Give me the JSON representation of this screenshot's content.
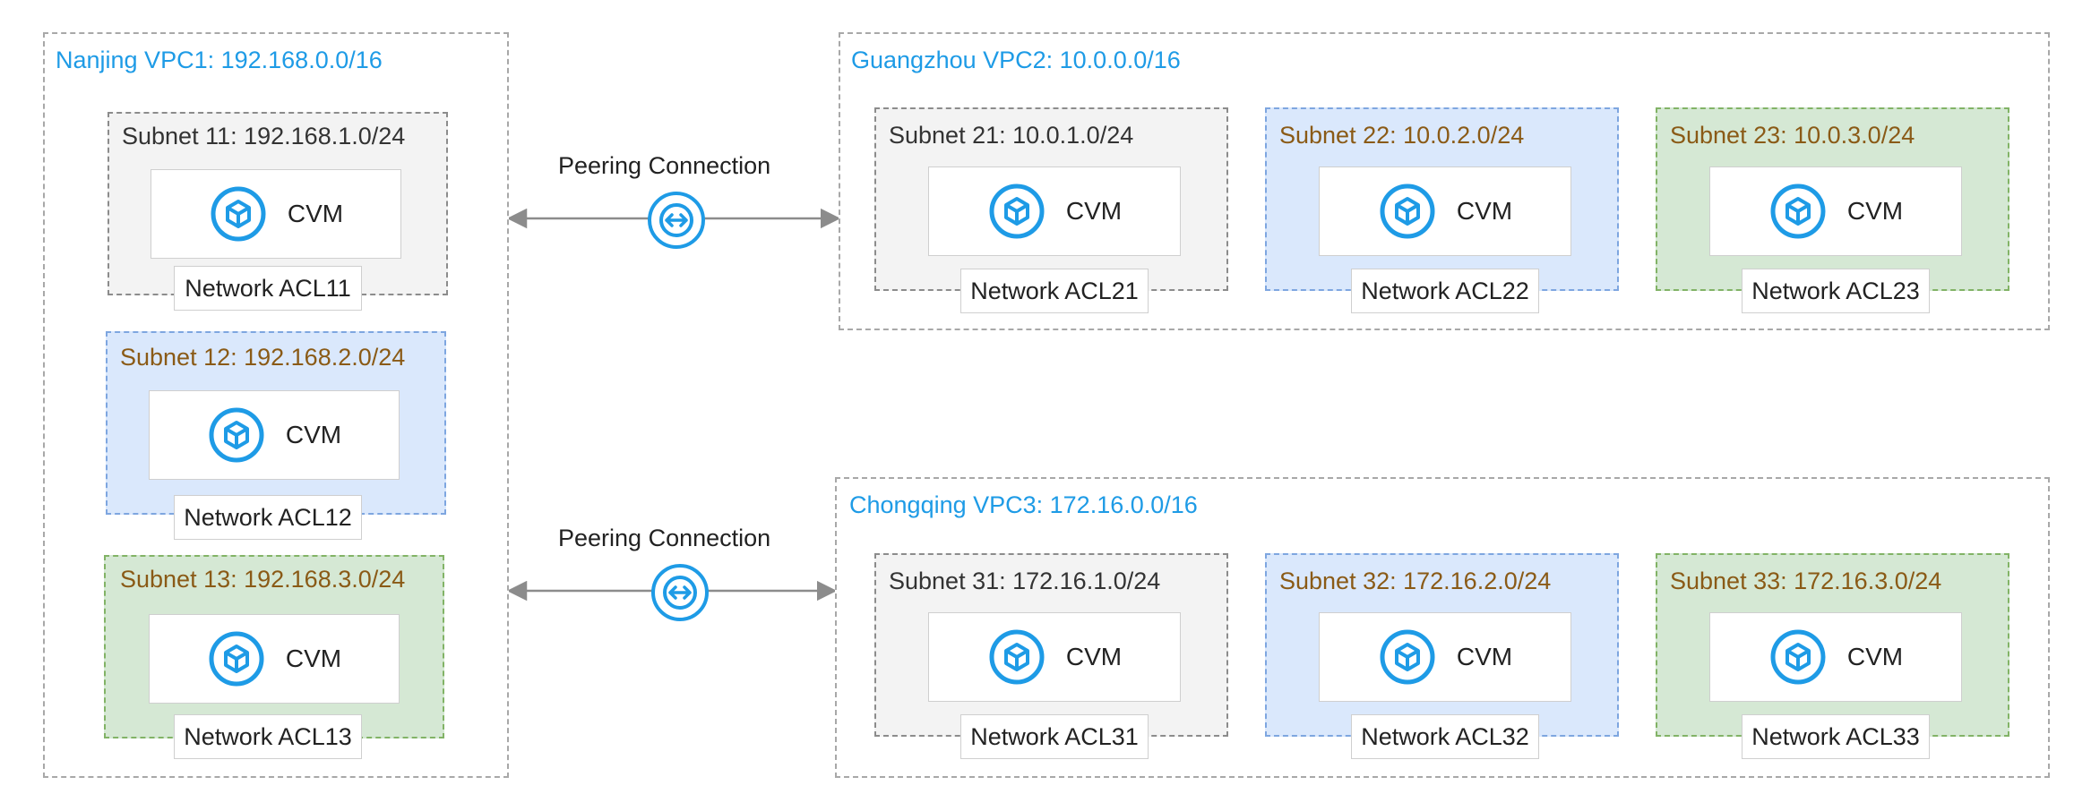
{
  "vpcs": {
    "nanjing": {
      "title": "Nanjing VPC1: 192.168.0.0/16",
      "subnets": [
        {
          "title": "Subnet 11: 192.168.1.0/24",
          "cvm": "CVM",
          "acl": "Network ACL11"
        },
        {
          "title": "Subnet 12: 192.168.2.0/24",
          "cvm": "CVM",
          "acl": "Network ACL12"
        },
        {
          "title": "Subnet 13: 192.168.3.0/24",
          "cvm": "CVM",
          "acl": "Network ACL13"
        }
      ]
    },
    "guangzhou": {
      "title": "Guangzhou VPC2: 10.0.0.0/16",
      "subnets": [
        {
          "title": "Subnet 21: 10.0.1.0/24",
          "cvm": "CVM",
          "acl": "Network ACL21"
        },
        {
          "title": "Subnet 22: 10.0.2.0/24",
          "cvm": "CVM",
          "acl": "Network ACL22"
        },
        {
          "title": "Subnet 23: 10.0.3.0/24",
          "cvm": "CVM",
          "acl": "Network ACL23"
        }
      ]
    },
    "chongqing": {
      "title": "Chongqing VPC3: 172.16.0.0/16",
      "subnets": [
        {
          "title": "Subnet 31: 172.16.1.0/24",
          "cvm": "CVM",
          "acl": "Network ACL31"
        },
        {
          "title": "Subnet 32: 172.16.2.0/24",
          "cvm": "CVM",
          "acl": "Network ACL32"
        },
        {
          "title": "Subnet 33: 172.16.3.0/24",
          "cvm": "CVM",
          "acl": "Network ACL33"
        }
      ]
    }
  },
  "peerings": [
    {
      "label": "Peering Connection",
      "icon": "peering-icon"
    },
    {
      "label": "Peering Connection",
      "icon": "peering-icon"
    }
  ],
  "colors": {
    "vpc_title": "#1e9be6",
    "icon": "#1e9be6",
    "subnet_gray": "#f3f3f3",
    "subnet_blue": "#dae8fc",
    "subnet_green": "#d5e8d4",
    "subnet_title_brown": "#8a5a16"
  },
  "icons": {
    "cvm": "cvm-icon",
    "peering": "peering-icon"
  }
}
